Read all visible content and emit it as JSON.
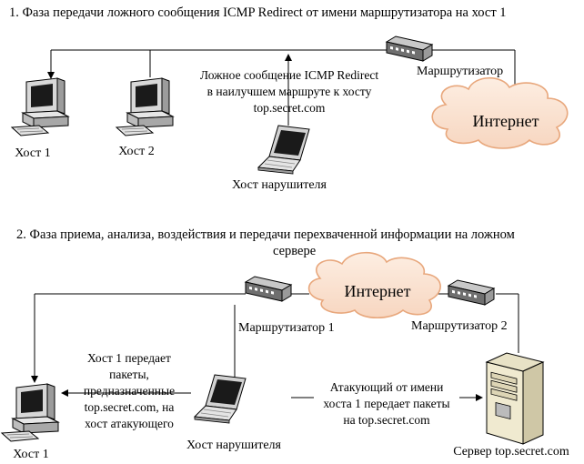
{
  "phase1": {
    "title": "1. Фаза передачи ложного сообщения ICMP Redirect от имени маршрутизатора на хост 1",
    "host1": "Хост 1",
    "host2": "Хост 2",
    "attacker": "Хост нарушителя",
    "router": "Маршрутизатор",
    "internet": "Интернет",
    "message_lines": [
      "Ложное сообщение ICMP Redirect",
      "в наилучшем маршруте к хосту",
      "top.secret.com"
    ]
  },
  "phase2": {
    "title_lines": [
      "2. Фаза приема, анализа, воздействия и передачи перехваченной информации на ложном",
      "сервере"
    ],
    "internet": "Интернет",
    "router1": "Маршрутизатор 1",
    "router2": "Маршрутизатор 2",
    "host1": "Хост 1",
    "attacker": "Хост нарушителя",
    "server": "Сервер top.secret.com",
    "left_note_lines": [
      "Хост 1 передает",
      "пакеты,",
      "предназначенные",
      "top.secret.com, на",
      "хост атакующего"
    ],
    "right_note_lines": [
      "Атакующий от имени",
      "хоста 1 передает пакеты",
      "на top.secret.com"
    ]
  }
}
